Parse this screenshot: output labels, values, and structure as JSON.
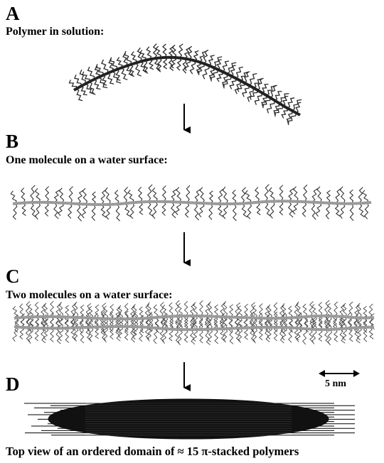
{
  "panels": {
    "a": {
      "letter": "A",
      "caption": "Polymer in solution:"
    },
    "b": {
      "letter": "B",
      "caption": "One molecule on a water surface:"
    },
    "c": {
      "letter": "C",
      "caption": "Two molecules on a water surface:"
    },
    "d": {
      "letter": "D",
      "caption": "Top view of an ordered domain of ≈ 15 π-stacked polymers"
    }
  },
  "scale_bar": {
    "label": "5 nm"
  },
  "colors": {
    "ink": "#000000",
    "backbone": "#9a9a9a",
    "side_chain": "#333333",
    "domain_fill": "#111111"
  }
}
